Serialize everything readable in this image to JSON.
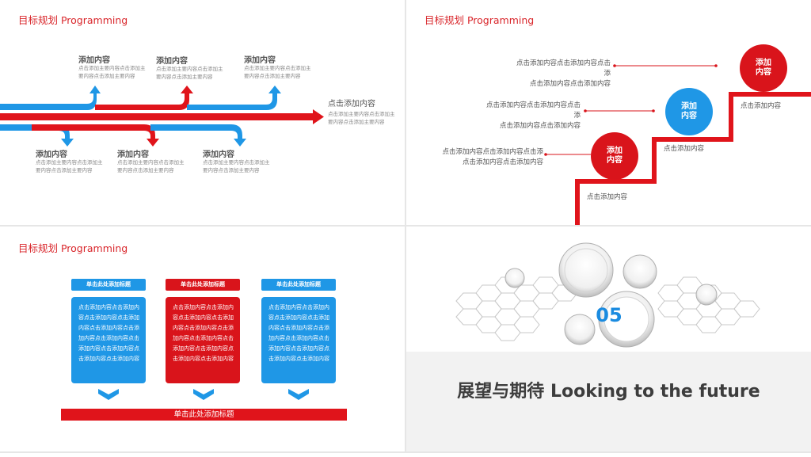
{
  "slide1": {
    "title": "目标规划 Programming",
    "top_items": [
      {
        "heading": "添加内容",
        "text": "点击添加主要内容点击添加主要内容点击添加主要内容"
      },
      {
        "heading": "添加内容",
        "text": "点击添加主要内容点击添加主要内容点击添加主要内容"
      },
      {
        "heading": "添加内容",
        "text": "点击添加主要内容点击添加主要内容点击添加主要内容"
      }
    ],
    "bottom_items": [
      {
        "heading": "添加内容",
        "text": "点击添加主要内容点击添加主要内容点击添加主要内容"
      },
      {
        "heading": "添加内容",
        "text": "点击添加主要内容点击添加主要内容点击添加主要内容"
      },
      {
        "heading": "添加内容",
        "text": "点击添加主要内容点击添加主要内容点击添加主要内容"
      }
    ],
    "right_item": {
      "heading": "点击添加内容",
      "text": "点击添加主要内容点击添加主要内容点击添加主要内容"
    },
    "colors": {
      "red": "#e0141b",
      "blue": "#1f97e6"
    }
  },
  "slide2": {
    "title": "目标规划 Programming",
    "steps": [
      {
        "circle": "添加\n内容",
        "label": "点击添加内容",
        "note": "点击添加内容点击添加内容点击添\n点击添加内容点击添加内容",
        "color": "#d9141b"
      },
      {
        "circle": "添加\n内容",
        "label": "点击添加内容",
        "note": "点击添加内容点击添加内容点击\n添\n点击添加内容点击添加内容",
        "color": "#1f97e6"
      },
      {
        "circle": "添加\n内容",
        "label": "点击添加内容",
        "note": "点击添加内容点击添加内容点击\n添\n点击添加内容点击添加内容",
        "color": "#d9141b"
      }
    ]
  },
  "slide3": {
    "title": "目标规划 Programming",
    "columns": [
      {
        "header": "单击此处添加标题",
        "body": "点击添加内容点击添加内容点击添加内容点击添加内容点击添加内容点击添加内容点击添加内容点击添加内容点击添加内容点击添加内容点击添加内容",
        "color": "#1f97e6"
      },
      {
        "header": "单击此处添加标题",
        "body": "点击添加内容点击添加内容点击添加内容点击添加内容点击添加内容点击添加内容点击添加内容点击添加内容点击添加内容点击添加内容点击添加内容",
        "color": "#d9141b"
      },
      {
        "header": "单击此处添加标题",
        "body": "点击添加内容点击添加内容点击添加内容点击添加内容点击添加内容点击添加内容点击添加内容点击添加内容点击添加内容点击添加内容点击添加内容",
        "color": "#1f97e6"
      }
    ],
    "footer": "单击此处添加标题"
  },
  "slide4": {
    "number": "05",
    "heading": "展望与期待 Looking to the future"
  }
}
